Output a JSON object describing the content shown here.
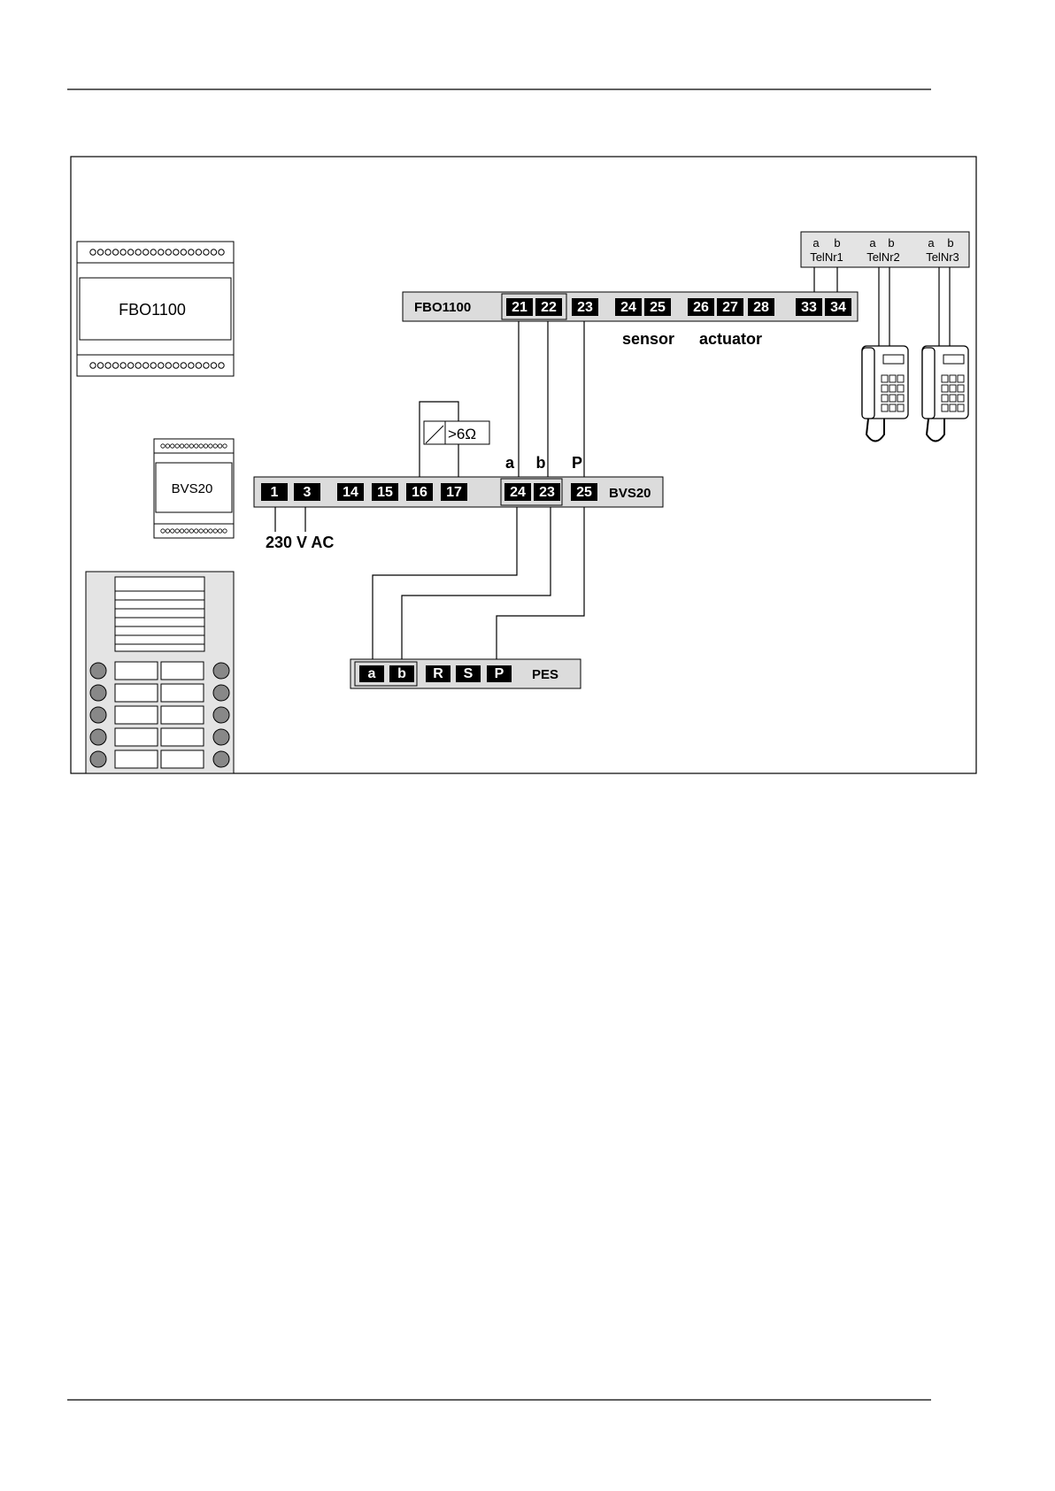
{
  "fbo_bar": {
    "title": "FBO1100",
    "terminals": [
      "21",
      "22",
      "23",
      "24",
      "25",
      "26",
      "27",
      "28",
      "33",
      "34"
    ]
  },
  "labels": {
    "sensor": "sensor",
    "actuator": "actuator",
    "wire_a": "a",
    "wire_b": "b",
    "wire_p": "P",
    "supply": "230 V AC",
    "resistance": ">6Ω"
  },
  "bvs_bar": {
    "title": "BVS20",
    "terminals": [
      "1",
      "3",
      "14",
      "15",
      "16",
      "17",
      "24",
      "23",
      "25"
    ]
  },
  "pes_bar": {
    "title": "PES",
    "terminals": [
      "a",
      "b",
      "R",
      "S",
      "P"
    ]
  },
  "telephone_box": {
    "pairs": [
      {
        "a": "a",
        "b": "b",
        "name": "TelNr1"
      },
      {
        "a": "a",
        "b": "b",
        "name": "TelNr2"
      },
      {
        "a": "a",
        "b": "b",
        "name": "TelNr3"
      }
    ]
  },
  "devices": {
    "fbo_module": "FBO1100",
    "bvs_module": "BVS20"
  }
}
